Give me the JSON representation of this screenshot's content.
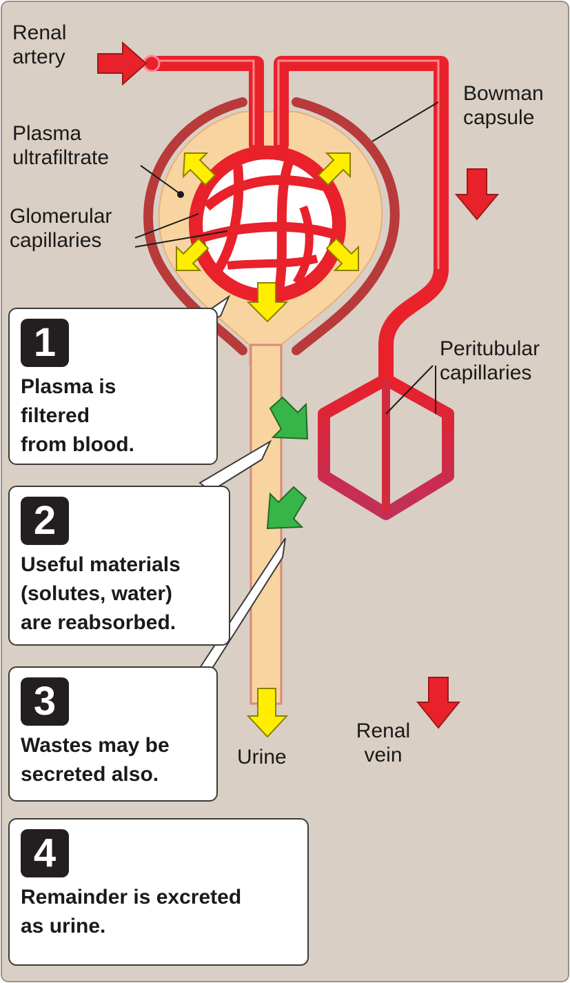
{
  "labels": {
    "renal_artery": "Renal\nartery",
    "bowman_capsule": "Bowman\ncapsule",
    "plasma_ultrafiltrate": "Plasma\nultrafiltrate",
    "glomerular_capillaries": "Glomerular\ncapillaries",
    "peritubular_capillaries": "Peritubular\ncapillaries",
    "urine": "Urine",
    "renal_vein": "Renal\nvein"
  },
  "steps": [
    {
      "number": "1",
      "text": "Plasma is\nfiltered\nfrom blood."
    },
    {
      "number": "2",
      "text": "Useful materials\n(solutes, water)\nare reabsorbed."
    },
    {
      "number": "3",
      "text": "Wastes may be\nsecreted also."
    },
    {
      "number": "4",
      "text": "Remainder is excreted\nas urine."
    }
  ],
  "colors": {
    "background": "#d9cfc4",
    "vessel_red": "#e8212b",
    "vein_purple": "#7b5aa8",
    "tubule": "#f8d4a0",
    "capsule_wall": "#b83a3a",
    "filtration_arrow": "#ffee00",
    "reabsorption_arrow": "#38b549",
    "flow_arrow": "#e8212b"
  }
}
